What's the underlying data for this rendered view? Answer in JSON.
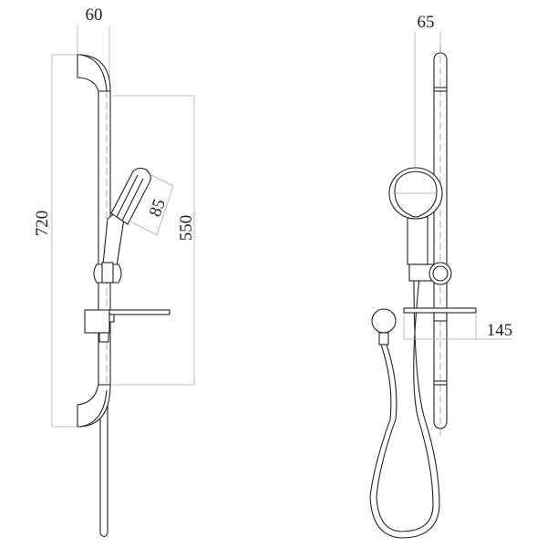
{
  "side_view": {
    "dimensions": {
      "bracket_depth": "60",
      "overall_height": "720",
      "bracket_spacing": "550",
      "head_diameter": "85"
    }
  },
  "front_view": {
    "dimensions": {
      "head_offset": "65",
      "shelf_width": "145"
    }
  },
  "colors": {
    "line": "#222222",
    "dimension_line": "#aaaaaa",
    "background": "#ffffff"
  }
}
